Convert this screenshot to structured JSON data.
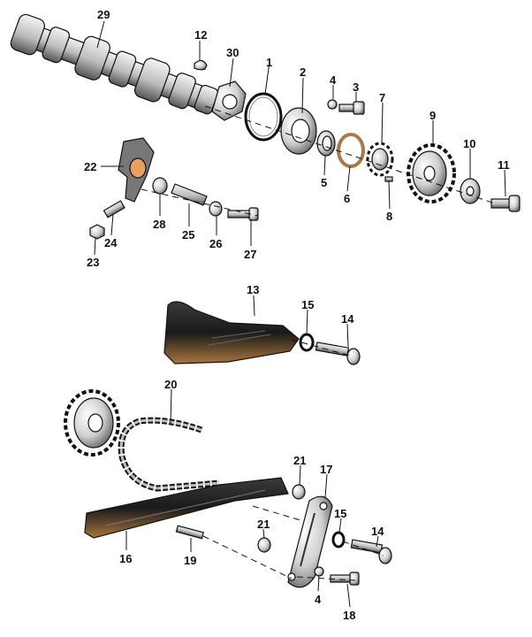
{
  "labels": {
    "l29": "29",
    "l12": "12",
    "l30": "30",
    "l1": "1",
    "l2": "2",
    "l4a": "4",
    "l3": "3",
    "l7": "7",
    "l9": "9",
    "l5": "5",
    "l6": "6",
    "l10": "10",
    "l11": "11",
    "l8": "8",
    "l22": "22",
    "l28": "28",
    "l25": "25",
    "l26": "26",
    "l27": "27",
    "l24": "24",
    "l23": "23",
    "l13": "13",
    "l15a": "15",
    "l14a": "14",
    "l20": "20",
    "l21a": "21",
    "l17": "17",
    "l15b": "15",
    "l14b": "14",
    "l21b": "21",
    "l16": "16",
    "l19": "19",
    "l4b": "4",
    "l18": "18"
  }
}
